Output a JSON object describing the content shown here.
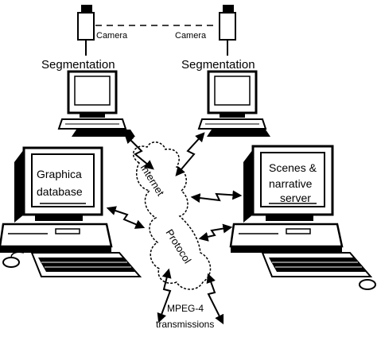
{
  "cameras": [
    {
      "label": "Camera"
    },
    {
      "label": "Camera"
    }
  ],
  "segmentation": [
    {
      "label": "Segmentation"
    },
    {
      "label": "Segmentation"
    }
  ],
  "graphics_db": {
    "line1": "Graphica",
    "line2": "database"
  },
  "server": {
    "line1": "Scenes &",
    "line2": "narrative",
    "line3": "server"
  },
  "network": {
    "line1": "Internet",
    "line2": "Protocol"
  },
  "transmission": {
    "line1": "MPEG-4",
    "line2": "transmissions"
  },
  "colors": {
    "ink": "#000000",
    "paper": "#ffffff",
    "screen": "#ffffff"
  }
}
